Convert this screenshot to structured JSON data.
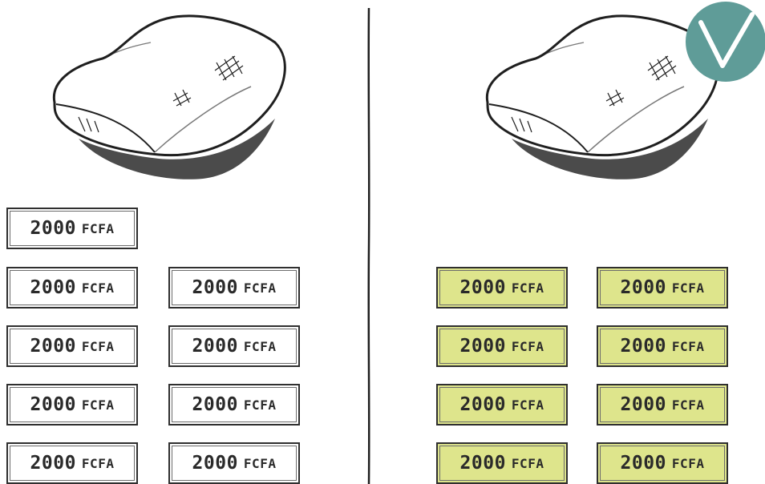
{
  "left_panel": {
    "notes": [
      {
        "amount": "2000",
        "currency": "FCFA"
      },
      {
        "amount": "2000",
        "currency": "FCFA"
      },
      {
        "amount": "2000",
        "currency": "FCFA"
      },
      {
        "amount": "2000",
        "currency": "FCFA"
      },
      {
        "amount": "2000",
        "currency": "FCFA"
      },
      {
        "amount": "2000",
        "currency": "FCFA"
      },
      {
        "amount": "2000",
        "currency": "FCFA"
      },
      {
        "amount": "2000",
        "currency": "FCFA"
      },
      {
        "amount": "2000",
        "currency": "FCFA"
      }
    ]
  },
  "right_panel": {
    "notes": [
      {
        "amount": "2000",
        "currency": "FCFA"
      },
      {
        "amount": "2000",
        "currency": "FCFA"
      },
      {
        "amount": "2000",
        "currency": "FCFA"
      },
      {
        "amount": "2000",
        "currency": "FCFA"
      },
      {
        "amount": "2000",
        "currency": "FCFA"
      },
      {
        "amount": "2000",
        "currency": "FCFA"
      },
      {
        "amount": "2000",
        "currency": "FCFA"
      },
      {
        "amount": "2000",
        "currency": "FCFA"
      }
    ]
  },
  "colors": {
    "paid_note": "#dee58c",
    "check_badge": "#5f9c98",
    "ink": "#2a2a2a"
  },
  "icons": {
    "pillow": "pillow-icon",
    "check": "check-icon"
  }
}
